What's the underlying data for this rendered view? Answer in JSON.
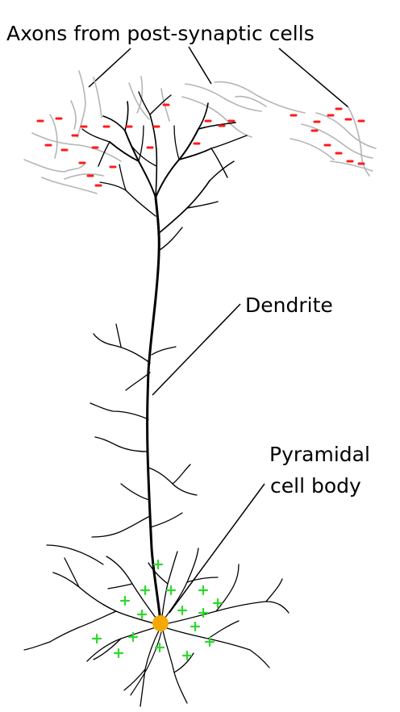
{
  "labels": {
    "axons": "Axons from post-synaptic cells",
    "dendrite": "Dendrite",
    "cell_body_line1": "Pyramidal",
    "cell_body_line2": "cell body"
  },
  "colors": {
    "negative_charge": "#ff1a1a",
    "positive_charge": "#2fd82f",
    "cell_body": "#f4a900",
    "axon": "#b5b5b5",
    "dendrite": "#000000"
  }
}
